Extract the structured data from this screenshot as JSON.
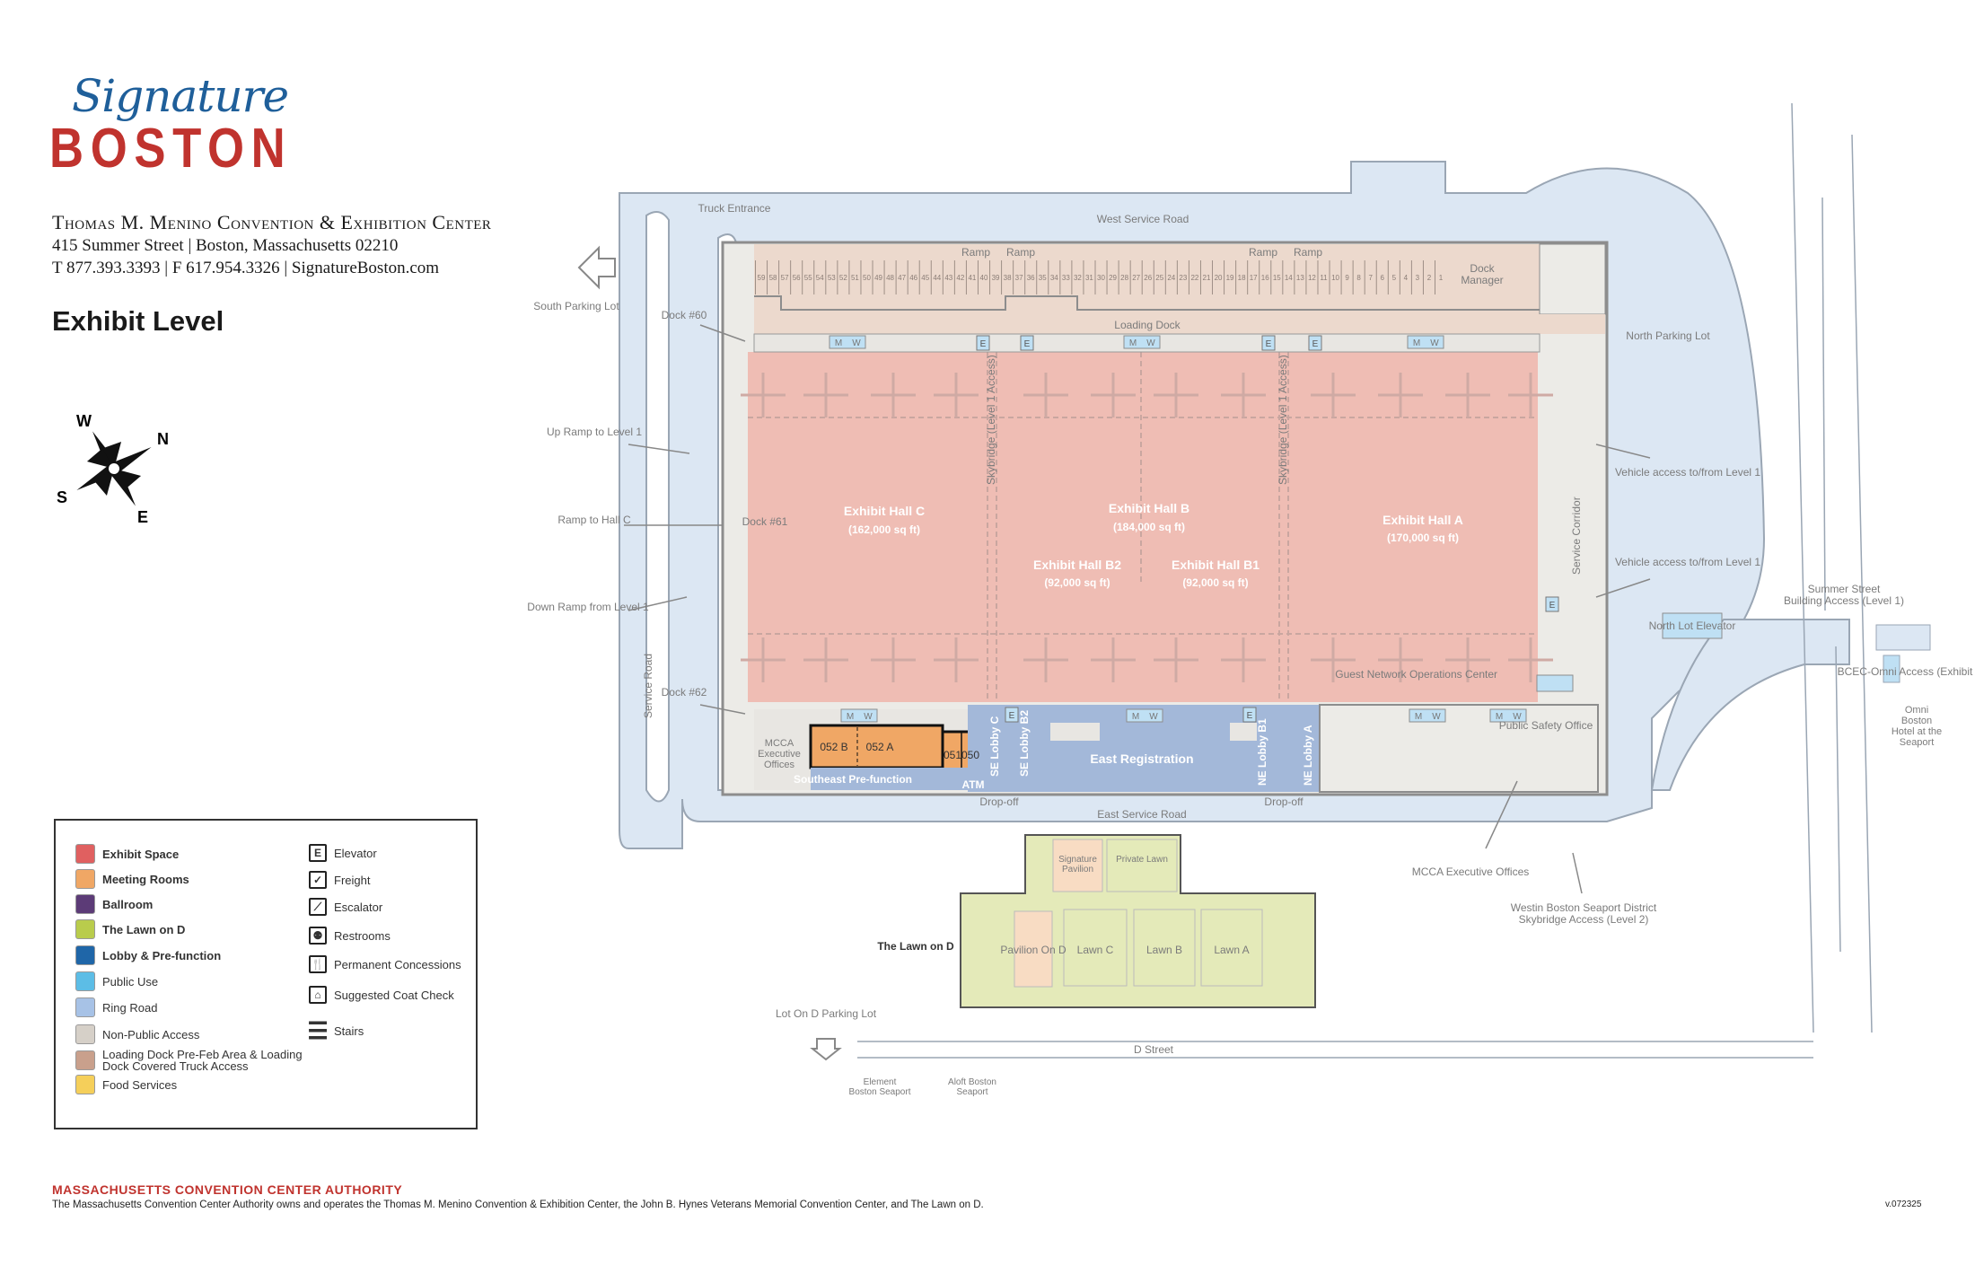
{
  "header": {
    "logo_script": "Signature",
    "logo_word": "BOSTON",
    "venue": "Thomas M. Menino Convention & Exhibition Center",
    "address": "415 Summer Street  |  Boston, Massachusetts 02210",
    "phone_line": "T 877.393.3393  |  F 617.954.3326  |  SignatureBoston.com",
    "level": "Exhibit Level"
  },
  "compass": {
    "w": "W",
    "n": "N",
    "s": "S",
    "e": "E"
  },
  "legend": {
    "areas": [
      {
        "label": "Exhibit Space",
        "color": "#e06060",
        "bold": true
      },
      {
        "label": "Meeting Rooms",
        "color": "#f0a765",
        "bold": true
      },
      {
        "label": "Ballroom",
        "color": "#5c3b77",
        "bold": true
      },
      {
        "label": "The Lawn on D",
        "color": "#b9cc4c",
        "bold": true
      },
      {
        "label": "Lobby & Pre-function",
        "color": "#1f66a8",
        "bold": true
      },
      {
        "label": "Public Use",
        "color": "#5cbde6",
        "bold": false
      },
      {
        "label": "Ring Road",
        "color": "#a7c2e6",
        "bold": false
      },
      {
        "label": "Non-Public Access",
        "color": "#d6d0c8",
        "bold": false
      },
      {
        "label": "Loading Dock Pre-Feb Area & Loading Dock Covered Truck Access",
        "color": "#c9a08c",
        "bold": false
      },
      {
        "label": "Food Services",
        "color": "#f5cf5a",
        "bold": false
      }
    ],
    "icons": [
      {
        "label": "Elevator",
        "glyph": "E",
        "icon": "elevator-icon"
      },
      {
        "label": "Freight",
        "glyph": "✓",
        "icon": "freight-icon"
      },
      {
        "label": "Escalator",
        "glyph": "⟋",
        "icon": "escalator-icon"
      },
      {
        "label": "Restrooms",
        "glyph": "⚉",
        "icon": "restrooms-icon"
      },
      {
        "label": "Permanent Concessions",
        "glyph": "🍴",
        "icon": "concessions-icon"
      },
      {
        "label": "Suggested Coat Check",
        "glyph": "⌂",
        "icon": "coat-check-icon"
      },
      {
        "label": "Stairs",
        "glyph": "☰",
        "icon": "stairs-icon"
      }
    ]
  },
  "map": {
    "roads": {
      "west_service_road": "West Service Road",
      "east_service_road": "East Service Road",
      "service_road": "Service Road",
      "d_street": "D Street",
      "summer_street": "Summer Street",
      "summer_street_sub": "Building Access (Level 1)",
      "service_corridor": "Service Corridor"
    },
    "halls": {
      "c": {
        "name": "Exhibit Hall C",
        "size": "(162,000 sq ft)"
      },
      "b": {
        "name": "Exhibit Hall B",
        "size": "(184,000 sq ft)"
      },
      "b2": {
        "name": "Exhibit Hall B2",
        "size": "(92,000 sq ft)"
      },
      "b1": {
        "name": "Exhibit Hall B1",
        "size": "(92,000 sq ft)"
      },
      "a": {
        "name": "Exhibit Hall A",
        "size": "(170,000 sq ft)"
      }
    },
    "skybridge": "Skybridge (Level 1 Access)",
    "loading_dock": "Loading Dock",
    "dock_manager": "Dock Manager",
    "ramp": "Ramp",
    "dock_numbers": [
      "59",
      "58",
      "57",
      "56",
      "55",
      "54",
      "53",
      "52",
      "51",
      "50",
      "49",
      "48",
      "47",
      "46",
      "45",
      "44",
      "43",
      "42",
      "41",
      "40",
      "39",
      "38",
      "37",
      "36",
      "35",
      "34",
      "33",
      "32",
      "31",
      "30",
      "29",
      "28",
      "27",
      "26",
      "25",
      "24",
      "23",
      "22",
      "21",
      "20",
      "19",
      "18",
      "17",
      "16",
      "15",
      "14",
      "13",
      "12",
      "11",
      "10",
      "9",
      "8",
      "7",
      "6",
      "5",
      "4",
      "3",
      "2",
      "1"
    ],
    "left_labels": {
      "truck_entrance": "Truck Entrance",
      "south_parking": "South Parking Lot",
      "dock60": "Dock #60",
      "up_ramp": "Up Ramp to Level 1",
      "ramp_hall_c": "Ramp to Hall C",
      "dock61": "Dock #61",
      "down_ramp": "Down Ramp from Level 1",
      "dock62": "Dock #62"
    },
    "south": {
      "mcca_offices": "MCCA Executive Offices",
      "rooms": [
        "052 B",
        "052 A",
        "051",
        "050"
      ],
      "se_prefunction": "Southeast Pre-function",
      "atm": "ATM",
      "se_lobby_c": "SE Lobby C",
      "se_lobby_b2": "SE Lobby B2",
      "east_registration": "East Registration",
      "ne_lobby_b1": "NE Lobby B1",
      "ne_lobby_a": "NE Lobby A",
      "drop_off": "Drop-off"
    },
    "right_labels": {
      "north_parking": "North Parking Lot",
      "vehicle_access": "Vehicle access to/from Level 1",
      "north_lot_elevator": "North Lot Elevator",
      "guest_network": "Guest Network Operations Center",
      "public_safety": "Public Safety Office",
      "bcec_omni": "BCEC-Omni Access (Exhibit Level)",
      "omni": "Omni Boston Hotel at the Seaport",
      "mcca_offices": "MCCA Executive Offices",
      "westin": "Westin Boston Seaport District",
      "westin_sub": "Skybridge Access (Level 2)"
    },
    "lawn": {
      "title": "The Lawn on D",
      "signature_pavilion": "Signature Pavilion",
      "private_lawn": "Private Lawn",
      "pavilion_on_d": "Pavilion On D",
      "lawn_c": "Lawn C",
      "lawn_b": "Lawn B",
      "lawn_a": "Lawn A",
      "lot_on_d": "Lot On D Parking Lot",
      "element": "Element Boston Seaport",
      "aloft": "Aloft Boston Seaport"
    },
    "restroom_m": "M",
    "restroom_w": "W",
    "elevator": "E"
  },
  "footer": {
    "title": "MASSACHUSETTS CONVENTION CENTER AUTHORITY",
    "text": "The Massachusetts Convention Center Authority owns and operates the Thomas M. Menino Convention & Exhibition Center, the John B. Hynes Veterans Memorial Convention Center, and The Lawn on D.",
    "version": "v.072325"
  }
}
